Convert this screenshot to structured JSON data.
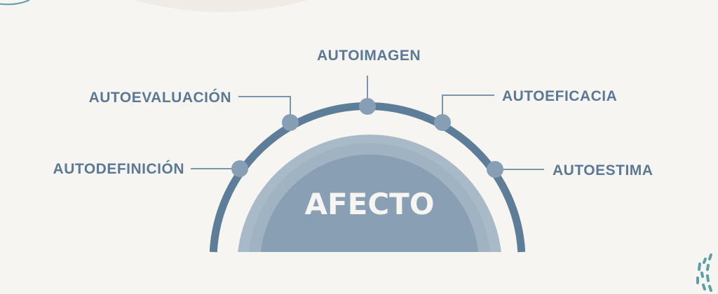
{
  "diagram": {
    "center_label": "AFECTO",
    "items": [
      {
        "label": "AUTODEFINICIÓN"
      },
      {
        "label": "AUTOEVALUACIÓN"
      },
      {
        "label": "AUTOIMAGEN"
      },
      {
        "label": "AUTOEFICACIA"
      },
      {
        "label": "AUTOESTIMA"
      }
    ]
  },
  "colors": {
    "background": "#f6f5f1",
    "arc": "#5e7d98",
    "node": "#879fb4",
    "text": "#5b7895",
    "dome_outer": "#a8bac8",
    "dome_middle": "#9eb2c3",
    "dome_inner": "#889fb4",
    "accent_teal": "#5e9ea6"
  }
}
